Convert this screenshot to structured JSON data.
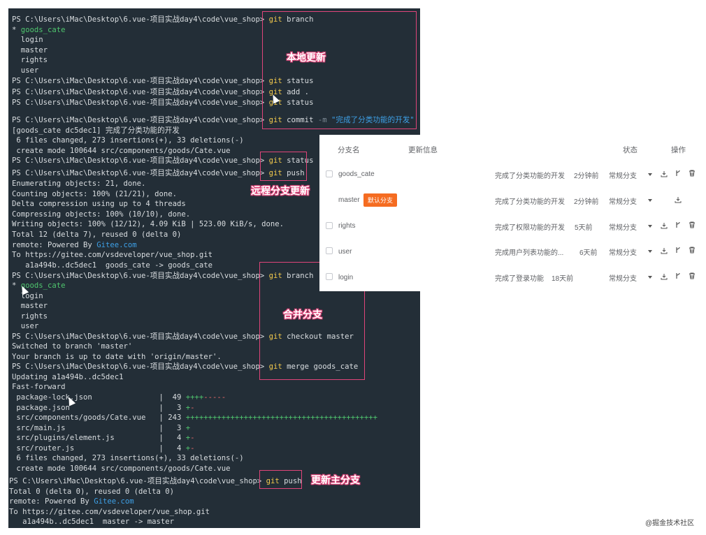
{
  "terminal": {
    "l00": {
      "p": "PS C:\\Users\\iMac\\Desktop\\6.vue-项目实战day4\\code\\vue_shop> ",
      "c": "git",
      "r": " branch"
    },
    "l01": {
      "a": "* ",
      "b": "goods_cate"
    },
    "l02": "  login",
    "l03": "  master",
    "l04": "  rights",
    "l05": "  user",
    "l06": {
      "p": "PS C:\\Users\\iMac\\Desktop\\6.vue-项目实战day4\\code\\vue_shop> ",
      "c": "git",
      "r": " status"
    },
    "l07": {
      "p": "PS C:\\Users\\iMac\\Desktop\\6.vue-项目实战day4\\code\\vue_shop> ",
      "c": "git",
      "r": " add ."
    },
    "l08": {
      "p": "PS C:\\Users\\iMac\\Desktop\\6.vue-项目实战day4\\code\\vue_shop> ",
      "c": "git",
      "r": " status"
    },
    "l09": {
      "p": "PS C:\\Users\\iMac\\Desktop\\6.vue-项目实战day4\\code\\vue_shop> ",
      "c": "git",
      "r": " commit ",
      "f": "-m ",
      "s": "\"完成了分类功能的开发\""
    },
    "l10": "[goods_cate dc5dec1] 完成了分类功能的开发",
    "l11": " 6 files changed, 273 insertions(+), 33 deletions(-)",
    "l12": " create mode 100644 src/components/goods/Cate.vue",
    "l13": {
      "p": "PS C:\\Users\\iMac\\Desktop\\6.vue-项目实战day4\\code\\vue_shop> ",
      "c": "git",
      "r": " status"
    },
    "l14": {
      "p": "PS C:\\Users\\iMac\\Desktop\\6.vue-项目实战day4\\code\\vue_shop> ",
      "c": "git",
      "r": " push"
    },
    "l15": "Enumerating objects: 21, done.",
    "l16": "Counting objects: 100% (21/21), done.",
    "l17": "Delta compression using up to 4 threads",
    "l18": "Compressing objects: 100% (10/10), done.",
    "l19": "Writing objects: 100% (12/12), 4.09 KiB | 523.00 KiB/s, done.",
    "l20": "Total 12 (delta 7), reused 0 (delta 0)",
    "l21": {
      "a": "remote: Powered By ",
      "b": "Gitee.com"
    },
    "l22": "To https://gitee.com/vsdeveloper/vue_shop.git",
    "l23": "   a1a494b..dc5dec1  goods_cate -> goods_cate",
    "l24": {
      "p": "PS C:\\Users\\iMac\\Desktop\\6.vue-项目实战day4\\code\\vue_shop> ",
      "c": "git",
      "r": " branch"
    },
    "l25": {
      "a": "* ",
      "b": "goods_cate"
    },
    "l26": "  login",
    "l27": "  master",
    "l28": "  rights",
    "l29": "  user",
    "l30": {
      "p": "PS C:\\Users\\iMac\\Desktop\\6.vue-项目实战day4\\code\\vue_shop> ",
      "c": "git",
      "r": " checkout master"
    },
    "l31": "Switched to branch 'master'",
    "l32": "Your branch is up to date with 'origin/master'.",
    "l33": {
      "p": "PS C:\\Users\\iMac\\Desktop\\6.vue-项目实战day4\\code\\vue_shop> ",
      "c": "git",
      "r": " merge goods_cate"
    },
    "l34": "Updating a1a494b..dc5dec1",
    "l35": "Fast-forward",
    "l36": {
      "a": " package-lock.json               |  49 ",
      "g": "++++",
      "d": "-----"
    },
    "l37": {
      "a": " package.json                    |   3 ",
      "g": "+",
      "d": "-"
    },
    "l38": {
      "a": " src/components/goods/Cate.vue   | 243 ",
      "g": "+++++++++++++++++++++++++++++++++++++++++++",
      "d": ""
    },
    "l39": {
      "a": " src/main.js                     |   3 ",
      "g": "+",
      "d": ""
    },
    "l40": {
      "a": " src/plugins/element.js          |   4 ",
      "g": "+",
      "d": "-"
    },
    "l41": {
      "a": " src/router.js                   |   4 ",
      "g": "+",
      "d": "-"
    },
    "l42": " 6 files changed, 273 insertions(+), 33 deletions(-)",
    "l43": " create mode 100644 src/components/goods/Cate.vue",
    "l44": {
      "p": "PS C:\\Users\\iMac\\Desktop\\6.vue-项目实战day4\\code\\vue_shop> ",
      "c": "git",
      "r": " push"
    },
    "l45": "Total 0 (delta 0), reused 0 (delta 0)",
    "l46": {
      "a": "remote: Powered By ",
      "b": "Gitee.com"
    },
    "l47": "To https://gitee.com/vsdeveloper/vue_shop.git",
    "l48": "   a1a494b..dc5dec1  master -> master"
  },
  "annotations": {
    "local_update": "本地更新",
    "remote_update": "远程分支更新",
    "merge_branch": "合并分支",
    "update_master": "更新主分支"
  },
  "branch_panel": {
    "headers": {
      "name": "分支名",
      "info": "更新信息",
      "status": "状态",
      "actions": "操作"
    },
    "rows": [
      {
        "name": "goods_cate",
        "message": "完成了分类功能的开发",
        "time": "2分钟前",
        "status": "常规分支"
      },
      {
        "name": "master",
        "badge": "默认分支",
        "message": "完成了分类功能的开发",
        "time": "2分钟前",
        "status": "常规分支"
      },
      {
        "name": "rights",
        "message": "完成了权限功能的开发",
        "time": "5天前",
        "status": "常规分支"
      },
      {
        "name": "user",
        "message": "完成用户列表功能的...",
        "time": "6天前",
        "status": "常规分支"
      },
      {
        "name": "login",
        "message": "完成了登录功能",
        "time": "18天前",
        "status": "常规分支"
      }
    ]
  },
  "watermark": "@掘金技术社区"
}
